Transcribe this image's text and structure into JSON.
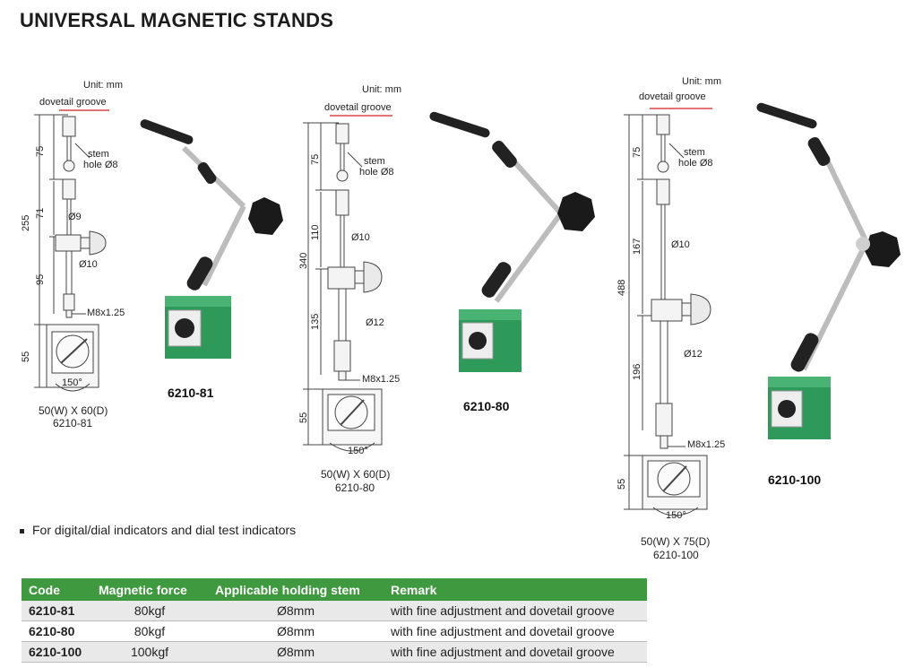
{
  "title": "UNIVERSAL MAGNETIC STANDS",
  "unit_label": "Unit: mm",
  "callouts": {
    "dovetail": "dovetail groove",
    "stem": "stem",
    "hole": "hole Ø8"
  },
  "products": [
    {
      "code": "6210-81",
      "dims": {
        "top": "75",
        "total": "255",
        "mid": "71",
        "low": "95",
        "base": "55"
      },
      "dia1": "Ø9",
      "dia2": "Ø10",
      "thread": "M8x1.25",
      "angle": "150°",
      "base_size": "50(W) X 60(D)"
    },
    {
      "code": "6210-80",
      "dims": {
        "top": "75",
        "total": "340",
        "mid": "110",
        "low": "135",
        "base": "55"
      },
      "dia1": "Ø10",
      "dia2": "Ø12",
      "thread": "M8x1.25",
      "angle": "150°",
      "base_size": "50(W) X 60(D)"
    },
    {
      "code": "6210-100",
      "dims": {
        "top": "75",
        "total": "488",
        "mid": "167",
        "low": "196",
        "base": "55"
      },
      "dia1": "Ø10",
      "dia2": "Ø12",
      "thread": "M8x1.25",
      "angle": "150°",
      "base_size": "50(W) X 75(D)"
    }
  ],
  "bullet": "For digital/dial indicators and dial test indicators",
  "table": {
    "headers": [
      "Code",
      "Magnetic force",
      "Applicable holding stem",
      "Remark"
    ],
    "rows": [
      [
        "6210-81",
        "80kgf",
        "Ø8mm",
        "with fine adjustment and dovetail groove"
      ],
      [
        "6210-80",
        "80kgf",
        "Ø8mm",
        "with fine adjustment and dovetail groove"
      ],
      [
        "6210-100",
        "100kgf",
        "Ø8mm",
        "with fine adjustment and dovetail groove"
      ]
    ]
  },
  "colors": {
    "header_green": "#3f9a3f",
    "base_green": "#2e9a5a",
    "groove_red": "#d02020"
  }
}
